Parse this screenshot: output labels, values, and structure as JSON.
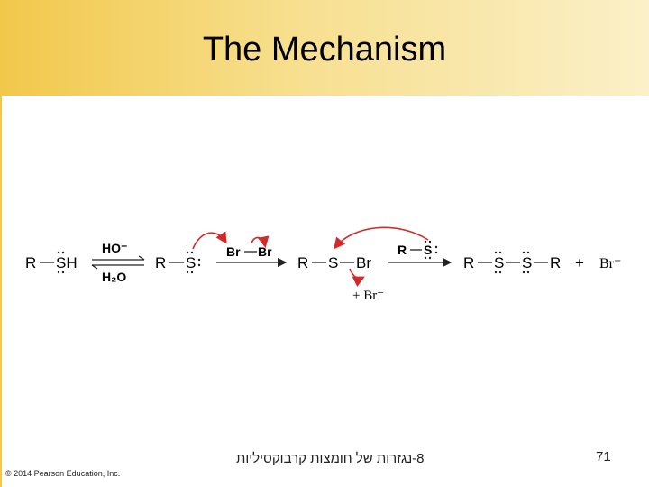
{
  "slide": {
    "title": "The Mechanism",
    "footer_center": "8-נגזרות של חומצות קרבוקסיליות",
    "page_number": "71",
    "copyright": "© 2014 Pearson Education, Inc."
  },
  "mechanism": {
    "reactant_R": "R",
    "reactant_SH": "SH",
    "step1_reagent_top": "HO⁻",
    "step1_reagent_bottom": "H₂O",
    "thiolate_R": "R",
    "thiolate_S": "S",
    "bromine_left": "Br",
    "bromine_right": "Br",
    "intermediate_R": "R",
    "intermediate_S": "S",
    "intermediate_Br": "Br",
    "byproduct1": "+ Br⁻",
    "step3_reagent_R": "R",
    "step3_reagent_S": "S",
    "product_R1": "R",
    "product_S1": "S",
    "product_S2": "S",
    "product_R2": "R",
    "product_plus": "+",
    "product_Br": "Br⁻"
  },
  "colors": {
    "header_left": "#f2c84b",
    "header_right": "#fbf0c8",
    "arrow_red": "#d42a2a",
    "lone_pair_dots": "#222222"
  }
}
